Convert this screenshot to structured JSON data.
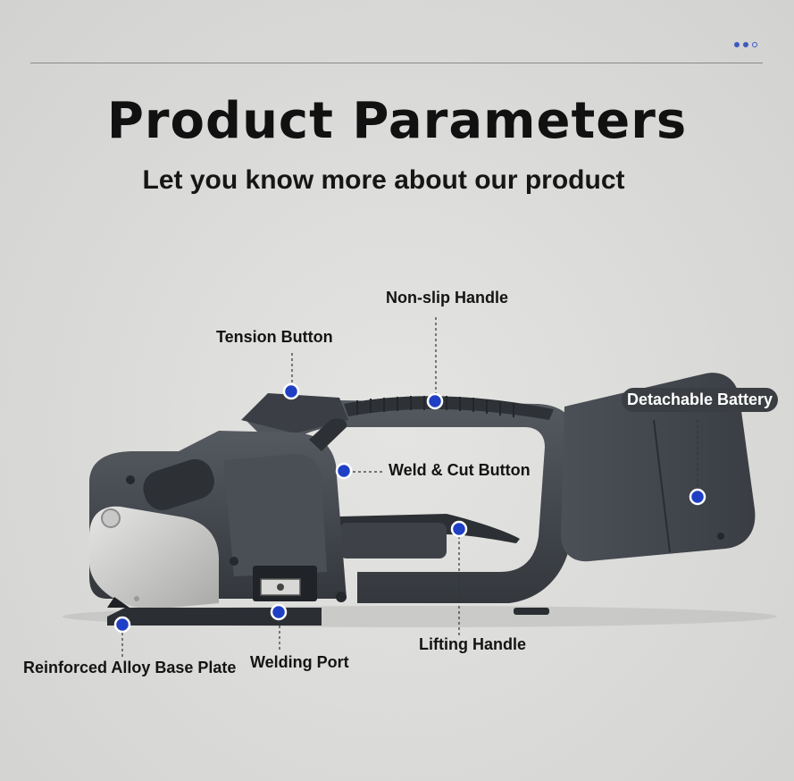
{
  "header": {
    "title": "Product Parameters",
    "subtitle": "Let you know more about our product"
  },
  "pager": {
    "dots": 3,
    "active_color": "#3b5bbf"
  },
  "callouts": {
    "non_slip_handle": "Non-slip Handle",
    "tension_button": "Tension Button",
    "detachable_battery": "Detachable Battery",
    "weld_cut_button": "Weld & Cut Button",
    "lifting_handle": "Lifting Handle",
    "welding_port": "Welding Port",
    "base_plate": "Reinforced Alloy Base Plate"
  },
  "colors": {
    "marker": "#1f3fc4",
    "body": "#41464d",
    "body_dark": "#2d3136",
    "plate": "#d0d0cf"
  }
}
